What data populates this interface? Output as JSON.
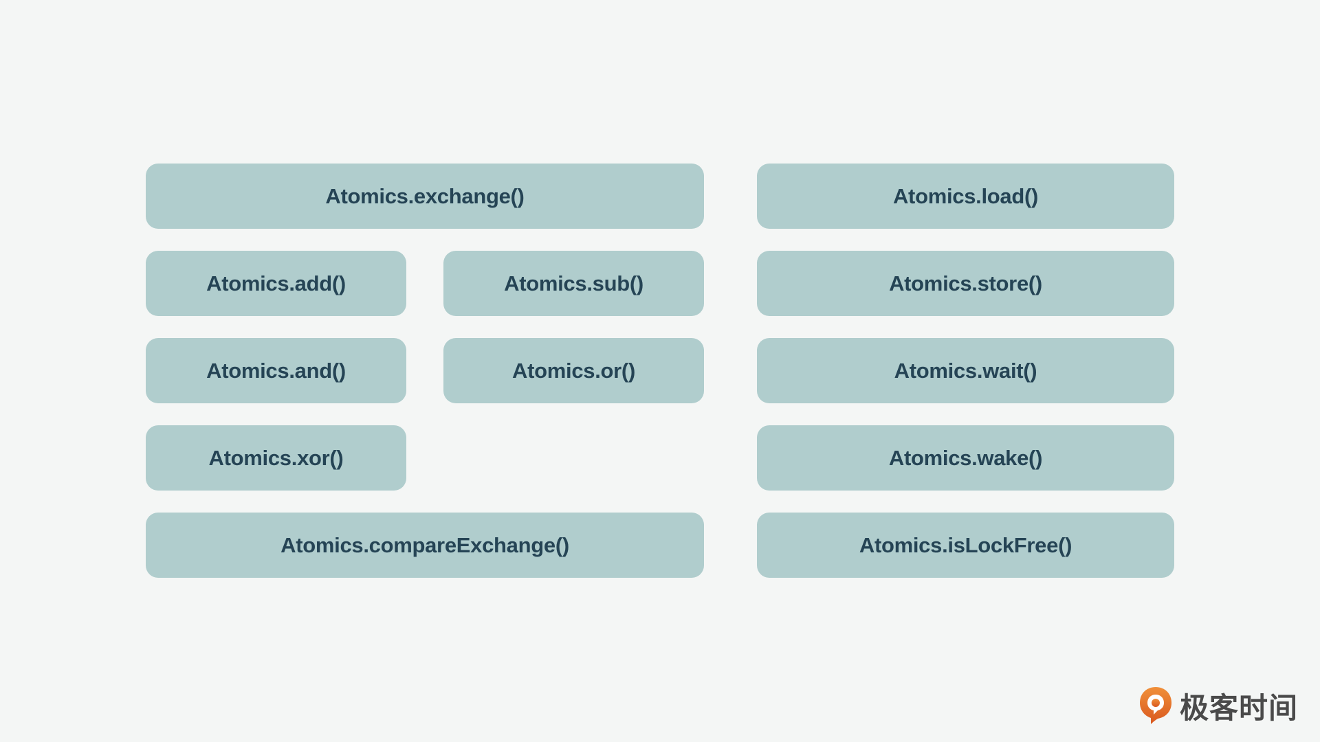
{
  "left_group": {
    "exchange": "Atomics.exchange()",
    "add": "Atomics.add()",
    "sub": "Atomics.sub()",
    "and": "Atomics.and()",
    "or": "Atomics.or()",
    "xor": "Atomics.xor()",
    "compare_exchange": "Atomics.compareExchange()"
  },
  "right_group": {
    "load": "Atomics.load()",
    "store": "Atomics.store()",
    "wait": "Atomics.wait()",
    "wake": "Atomics.wake()",
    "is_lock_free": "Atomics.isLockFree()"
  },
  "brand": {
    "name": "极客时间",
    "logo_icon": "geektime-logo-icon"
  },
  "colors": {
    "background": "#f4f6f5",
    "box_fill": "#b0cdcd",
    "box_text": "#254455",
    "logo_orange": "#e8742c"
  }
}
